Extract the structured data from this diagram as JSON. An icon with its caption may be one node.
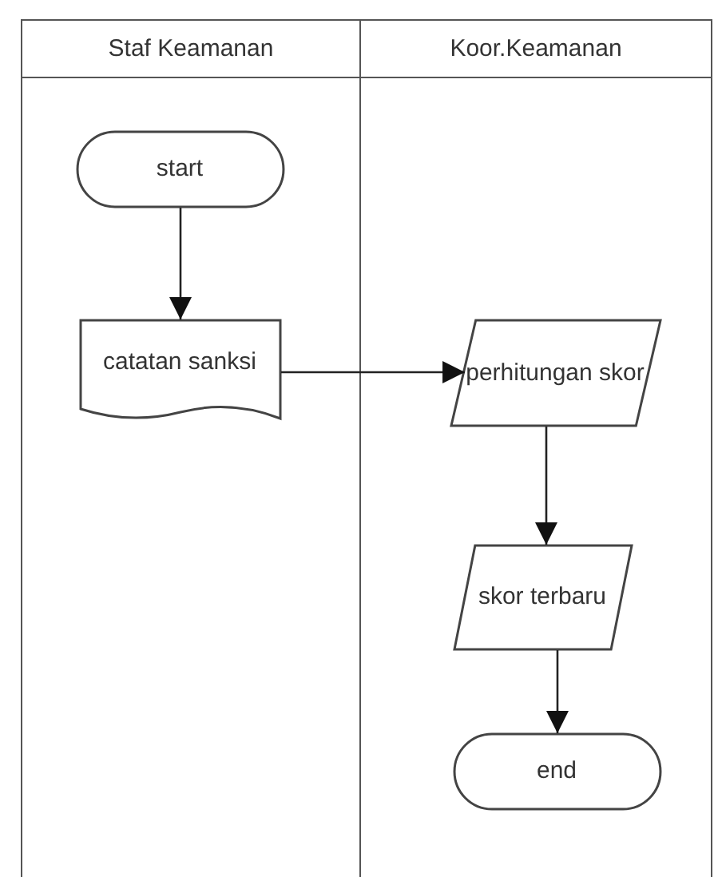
{
  "diagram": {
    "nodes": [
      {
        "text": [
          "Staf Keamanan"
        ]
      },
      {
        "text": [
          "Koor.Keamanan"
        ]
      },
      {
        "text": [
          "start"
        ],
        "in": 0
      },
      {
        "text": [
          "catatan sanksi"
        ],
        "in": 0
      },
      {
        "text": [
          "perhitungan skor"
        ],
        "in": 1
      },
      {
        "text": [
          "skor terbaru"
        ],
        "in": 1
      },
      {
        "text": [
          "end"
        ],
        "in": 1
      }
    ],
    "edges": [
      {
        "from": 2,
        "to": 3,
        "arrow": "to"
      },
      {
        "from": 3,
        "to": 4,
        "arrow": "to"
      },
      {
        "from": 4,
        "to": 5,
        "arrow": "to"
      },
      {
        "from": 5,
        "to": 6,
        "arrow": "to"
      }
    ]
  }
}
